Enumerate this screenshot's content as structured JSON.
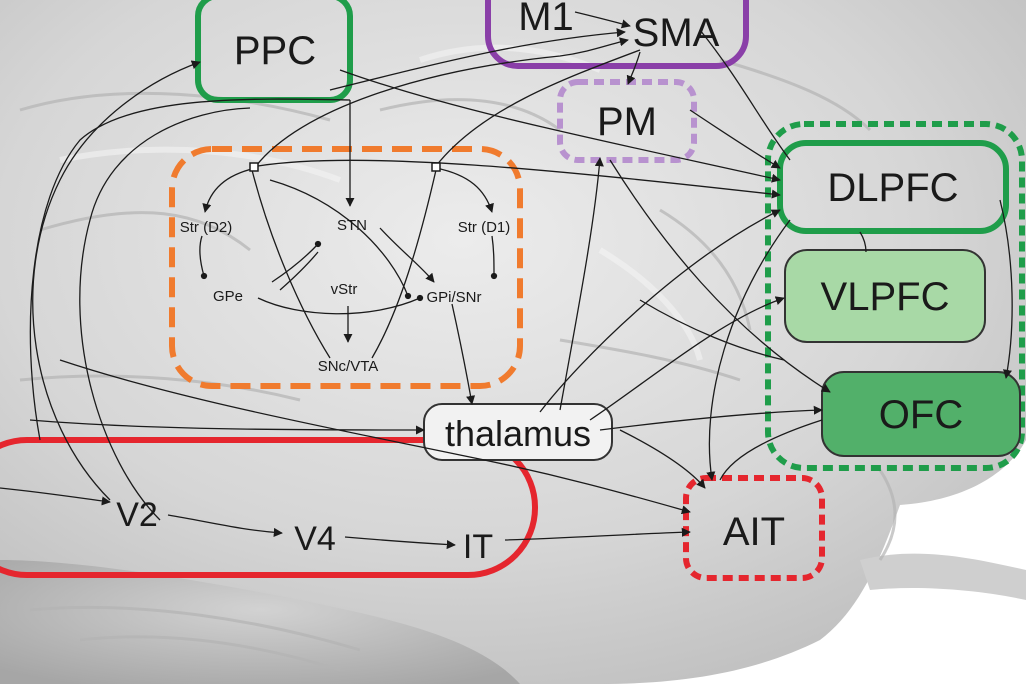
{
  "colors": {
    "visual_stream": "#e5262e",
    "ait": "#e5262e",
    "basal_ganglia": "#f07b2e",
    "motor_solid": "#8a3fa8",
    "motor_dashed": "#b892cf",
    "pfc_green": "#1f9d4a",
    "vlpfc_fill": "#a8d9a6",
    "ofc_fill": "#52b06a",
    "brain_light": "#dedede",
    "brain_mid": "#c9c9c9",
    "brain_dark": "#a9a9a9"
  },
  "regions": {
    "ppc": "PPC",
    "m1": "M1",
    "sma": "SMA",
    "pm": "PM",
    "dlpfc": "DLPFC",
    "vlpfc": "VLPFC",
    "ofc": "OFC",
    "thalamus": "thalamus",
    "ait": "AIT",
    "v2": "V2",
    "v4": "V4",
    "it": "IT"
  },
  "basal_ganglia": {
    "str_d2": "Str (D2)",
    "stn": "STN",
    "str_d1": "Str (D1)",
    "gpe": "GPe",
    "vstr": "vStr",
    "gpi_snr": "GPi/SNr",
    "snc_vta": "SNc/VTA"
  }
}
